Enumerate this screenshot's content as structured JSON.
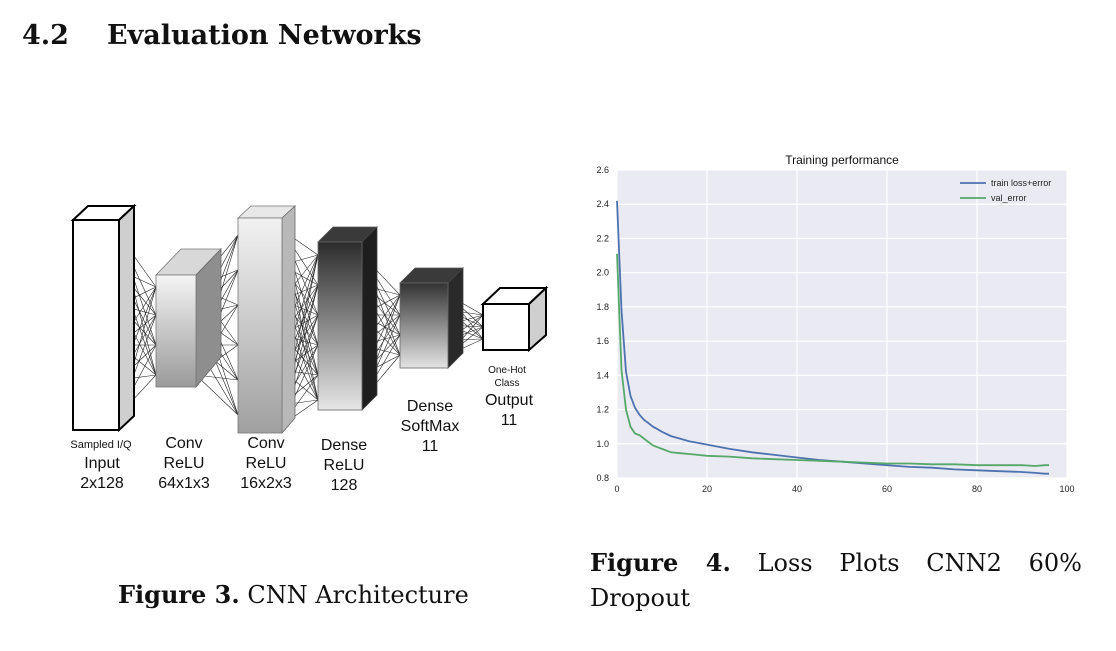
{
  "section": {
    "number": "4.2",
    "title": "Evaluation Networks"
  },
  "figure3": {
    "caption_label": "Figure 3.",
    "caption_text": "CNN Architecture",
    "layers": [
      {
        "small": "Sampled I/Q",
        "line1": "Input",
        "line2": "2x128",
        "line3": ""
      },
      {
        "small": "",
        "line1": "Conv",
        "line2": "ReLU",
        "line3": "64x1x3"
      },
      {
        "small": "",
        "line1": "Conv",
        "line2": "ReLU",
        "line3": "16x2x3"
      },
      {
        "small": "",
        "line1": "Dense",
        "line2": "ReLU",
        "line3": "128"
      },
      {
        "small": "",
        "line1": "Dense",
        "line2": "SoftMax",
        "line3": "11"
      },
      {
        "small": "One-Hot Class",
        "line1": "Output",
        "line2": "11",
        "line3": ""
      }
    ]
  },
  "figure4": {
    "caption_label": "Figure 4.",
    "caption_text": "Loss Plots CNN2 60% Dropout"
  },
  "chart_data": {
    "type": "line",
    "title": "Training performance",
    "xlabel": "",
    "ylabel": "",
    "xlim": [
      0,
      100
    ],
    "ylim": [
      0.8,
      2.6
    ],
    "xticks": [
      0,
      20,
      40,
      60,
      80,
      100
    ],
    "yticks": [
      0.8,
      1.0,
      1.2,
      1.4,
      1.6,
      1.8,
      2.0,
      2.2,
      2.4,
      2.6
    ],
    "grid": true,
    "legend_position": "top-right",
    "series": [
      {
        "name": "train loss+error",
        "color": "#4c72b0",
        "x": [
          0,
          1,
          2,
          3,
          4,
          5,
          6,
          7,
          8,
          9,
          10,
          12,
          14,
          16,
          18,
          20,
          25,
          30,
          35,
          40,
          45,
          50,
          55,
          60,
          65,
          70,
          75,
          80,
          85,
          90,
          93,
          95,
          96
        ],
        "y": [
          2.42,
          1.78,
          1.42,
          1.28,
          1.21,
          1.17,
          1.14,
          1.12,
          1.1,
          1.085,
          1.07,
          1.045,
          1.03,
          1.015,
          1.005,
          0.995,
          0.97,
          0.95,
          0.935,
          0.92,
          0.905,
          0.895,
          0.885,
          0.875,
          0.865,
          0.86,
          0.85,
          0.845,
          0.84,
          0.835,
          0.83,
          0.825,
          0.825
        ]
      },
      {
        "name": "val_error",
        "color": "#55a868",
        "x": [
          0,
          1,
          2,
          3,
          4,
          5,
          6,
          7,
          8,
          9,
          10,
          12,
          14,
          16,
          18,
          20,
          25,
          30,
          35,
          40,
          45,
          50,
          55,
          60,
          65,
          70,
          75,
          80,
          85,
          90,
          93,
          95,
          96
        ],
        "y": [
          2.11,
          1.43,
          1.2,
          1.1,
          1.06,
          1.05,
          1.03,
          1.01,
          0.99,
          0.98,
          0.97,
          0.95,
          0.945,
          0.94,
          0.935,
          0.93,
          0.925,
          0.915,
          0.91,
          0.905,
          0.9,
          0.895,
          0.89,
          0.885,
          0.885,
          0.88,
          0.88,
          0.875,
          0.875,
          0.875,
          0.87,
          0.875,
          0.875
        ]
      }
    ]
  }
}
